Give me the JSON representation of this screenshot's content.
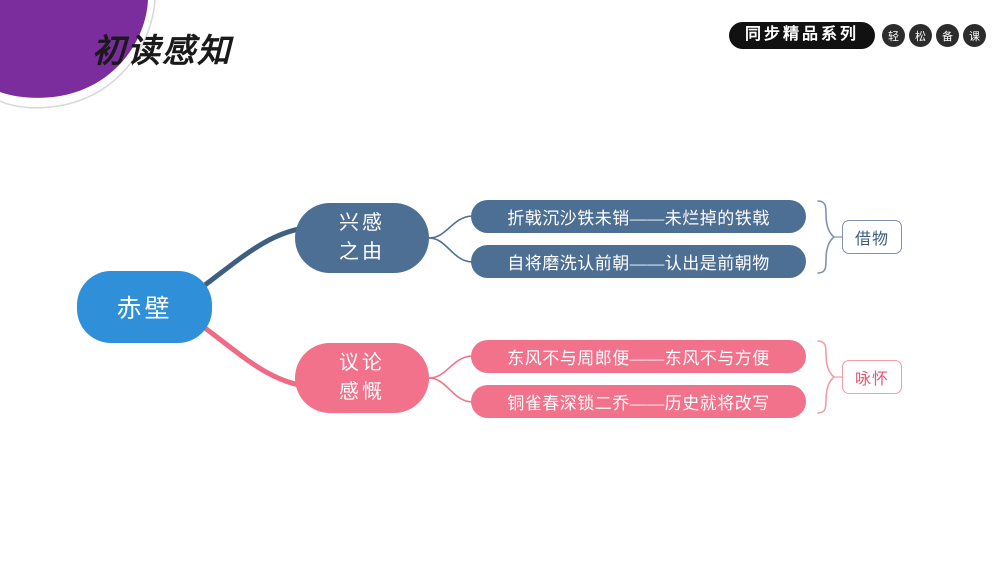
{
  "header": {
    "title": "初读感知",
    "brand": {
      "pill_text": "同步精品系列",
      "circles": [
        "轻",
        "松",
        "备",
        "课"
      ]
    }
  },
  "colors": {
    "accent_purple": "#7b2d9e",
    "root_blue": "#2f8fd8",
    "branch_slate": "#4d6f94",
    "branch_pink": "#f2718b",
    "tag_blue_border": "#7f93ad",
    "tag_pink_border": "#f29caa"
  },
  "mindmap": {
    "root": {
      "label": "赤壁"
    },
    "branches": [
      {
        "label_line1": "兴感",
        "label_line2": "之由",
        "leaves": [
          {
            "text": "折戟沉沙铁未销——未烂掉的铁戟"
          },
          {
            "text": "自将磨洗认前朝——认出是前朝物"
          }
        ],
        "tag": "借物"
      },
      {
        "label_line1": "议论",
        "label_line2": "感慨",
        "leaves": [
          {
            "text": "东风不与周郎便——东风不与方便"
          },
          {
            "text": "铜雀春深锁二乔——历史就将改写"
          }
        ],
        "tag": "咏怀"
      }
    ]
  }
}
